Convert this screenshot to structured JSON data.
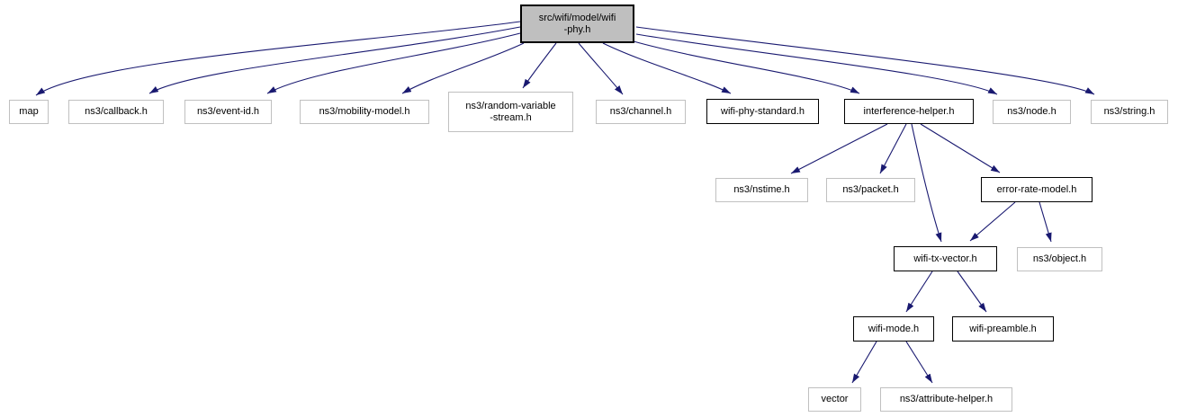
{
  "graph": {
    "type": "include-dependency-graph",
    "colors": {
      "edge": "#191970",
      "root_fill": "#bfbfbf",
      "linked_border": "#000000",
      "external_border": "#c0c0c0",
      "background": "#ffffff",
      "text": "#000000"
    },
    "root": {
      "label": "src/wifi/model/wifi-phy.h",
      "line1": "src/wifi/model/wifi",
      "line2": "-phy.h"
    },
    "nodes": {
      "map": {
        "label": "map"
      },
      "callback": {
        "label": "ns3/callback.h"
      },
      "event_id": {
        "label": "ns3/event-id.h"
      },
      "mobility_model": {
        "label": "ns3/mobility-model.h"
      },
      "random_variable_stream": {
        "label": "ns3/random-variable-stream.h",
        "line1": "ns3/random-variable",
        "line2": "-stream.h"
      },
      "channel": {
        "label": "ns3/channel.h"
      },
      "wifi_phy_standard": {
        "label": "wifi-phy-standard.h"
      },
      "interference_helper": {
        "label": "interference-helper.h"
      },
      "node": {
        "label": "ns3/node.h"
      },
      "string": {
        "label": "ns3/string.h"
      },
      "nstime": {
        "label": "ns3/nstime.h"
      },
      "packet": {
        "label": "ns3/packet.h"
      },
      "error_rate_model": {
        "label": "error-rate-model.h"
      },
      "wifi_tx_vector": {
        "label": "wifi-tx-vector.h"
      },
      "object": {
        "label": "ns3/object.h"
      },
      "wifi_mode": {
        "label": "wifi-mode.h"
      },
      "wifi_preamble": {
        "label": "wifi-preamble.h"
      },
      "vector": {
        "label": "vector"
      },
      "attribute_helper": {
        "label": "ns3/attribute-helper.h"
      }
    },
    "edges": [
      {
        "from": "src/wifi/model/wifi-phy.h",
        "to": "map"
      },
      {
        "from": "src/wifi/model/wifi-phy.h",
        "to": "ns3/callback.h"
      },
      {
        "from": "src/wifi/model/wifi-phy.h",
        "to": "ns3/event-id.h"
      },
      {
        "from": "src/wifi/model/wifi-phy.h",
        "to": "ns3/mobility-model.h"
      },
      {
        "from": "src/wifi/model/wifi-phy.h",
        "to": "ns3/random-variable-stream.h"
      },
      {
        "from": "src/wifi/model/wifi-phy.h",
        "to": "ns3/channel.h"
      },
      {
        "from": "src/wifi/model/wifi-phy.h",
        "to": "wifi-phy-standard.h"
      },
      {
        "from": "src/wifi/model/wifi-phy.h",
        "to": "interference-helper.h"
      },
      {
        "from": "src/wifi/model/wifi-phy.h",
        "to": "ns3/node.h"
      },
      {
        "from": "src/wifi/model/wifi-phy.h",
        "to": "ns3/string.h"
      },
      {
        "from": "interference-helper.h",
        "to": "ns3/nstime.h"
      },
      {
        "from": "interference-helper.h",
        "to": "ns3/packet.h"
      },
      {
        "from": "interference-helper.h",
        "to": "wifi-tx-vector.h"
      },
      {
        "from": "interference-helper.h",
        "to": "error-rate-model.h"
      },
      {
        "from": "error-rate-model.h",
        "to": "wifi-tx-vector.h"
      },
      {
        "from": "error-rate-model.h",
        "to": "ns3/object.h"
      },
      {
        "from": "wifi-tx-vector.h",
        "to": "wifi-mode.h"
      },
      {
        "from": "wifi-tx-vector.h",
        "to": "wifi-preamble.h"
      },
      {
        "from": "wifi-mode.h",
        "to": "vector"
      },
      {
        "from": "wifi-mode.h",
        "to": "ns3/attribute-helper.h"
      }
    ]
  }
}
